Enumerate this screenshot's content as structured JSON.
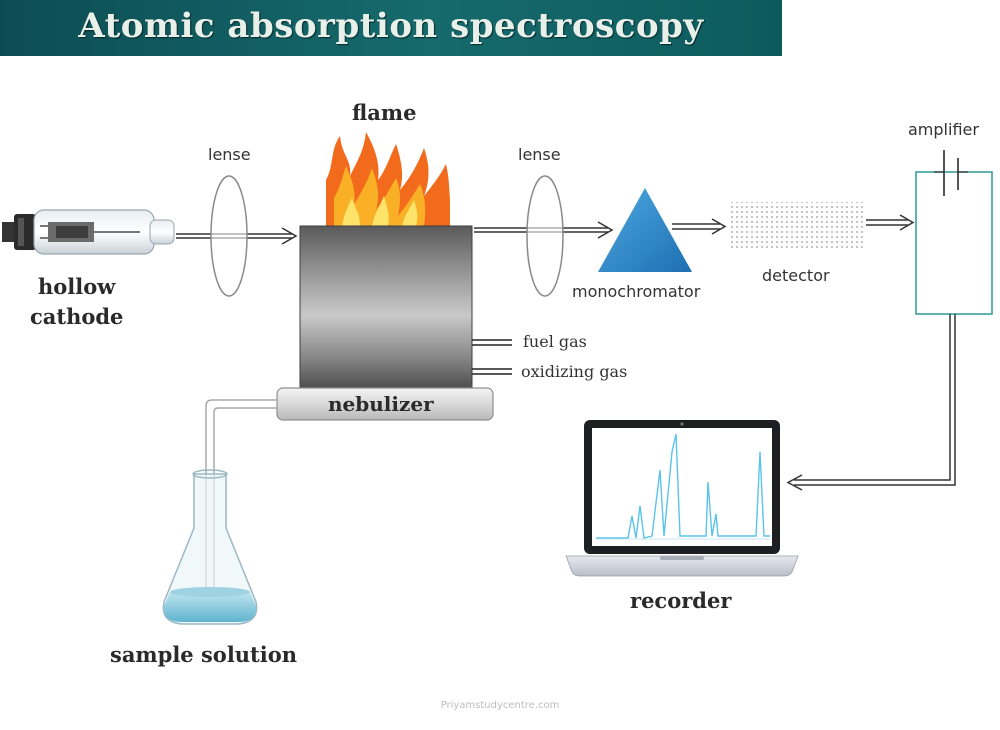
{
  "title": "Atomic absorption spectroscopy",
  "labels": {
    "flame": "flame",
    "lense_left": "lense",
    "lense_right": "lense",
    "amplifier": "amplifier",
    "hollow_cathode_line1": "hollow",
    "hollow_cathode_line2": "cathode",
    "monochromator": "monochromator",
    "detector": "detector",
    "fuel_gas": "fuel gas",
    "oxidizing_gas": "oxidizing gas",
    "nebulizer": "nebulizer",
    "recorder": "recorder",
    "sample_solution": "sample solution"
  },
  "footer": "Priyamstudycentre.com",
  "colors": {
    "banner": "#0f5b5e",
    "flame_orange": "#f26a1b",
    "flame_yellow": "#f7c21e",
    "prism_blue": "#2a86c8",
    "amplifier_stroke": "#2f9a96",
    "spectrum": "#5cc3ea"
  },
  "icons": {
    "hollow_cathode": "hollow-cathode-lamp-icon",
    "flask": "erlenmeyer-flask-icon",
    "laptop": "laptop-recorder-icon"
  }
}
